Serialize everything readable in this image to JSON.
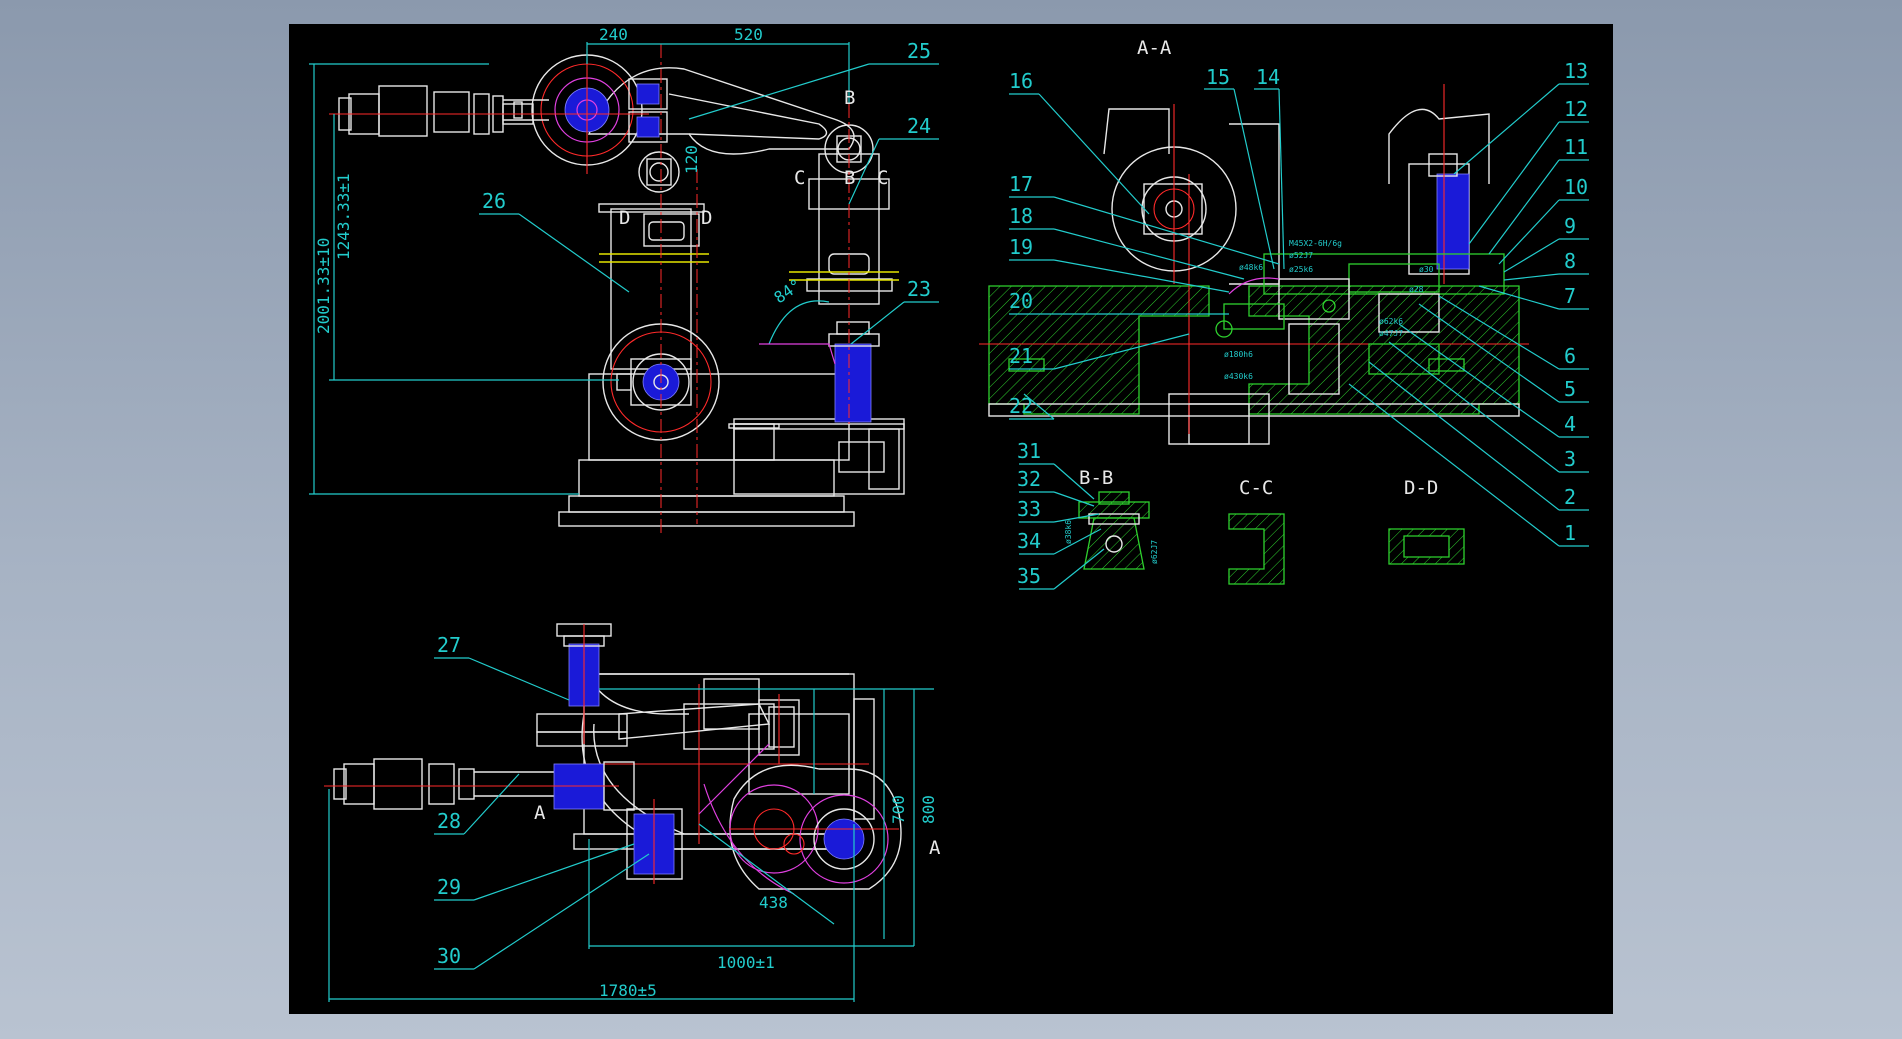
{
  "colors": {
    "background": "#8b99ad",
    "canvas": "#000000",
    "dimension": "#22cccc",
    "outline": "#e8e8e8",
    "centerline": "#ff2a2a",
    "section": "#2ed12e",
    "motor": "#1a1ad8",
    "highlight": "#e040e0"
  },
  "section_titles": {
    "aa": "A-A",
    "bb": "B-B",
    "cc": "C-C",
    "dd": "D-D"
  },
  "dimensions": {
    "top_240": "240",
    "top_520": "520",
    "height_1243": "1243.33±1",
    "height_2001": "2001.33±10",
    "arm_120": "120",
    "angle_84": "84°",
    "plan_700": "700",
    "plan_800": "800",
    "plan_438": "438",
    "plan_1000": "1000±1",
    "plan_1780": "1780±5"
  },
  "markers": {
    "b": "B",
    "c": "C",
    "d": "D",
    "a": "A"
  },
  "part_numbers": [
    "1",
    "2",
    "3",
    "4",
    "5",
    "6",
    "7",
    "8",
    "9",
    "10",
    "11",
    "12",
    "13",
    "14",
    "15",
    "16",
    "17",
    "18",
    "19",
    "20",
    "21",
    "22",
    "23",
    "24",
    "25",
    "26",
    "27",
    "28",
    "29",
    "30",
    "31",
    "32",
    "33",
    "34",
    "35"
  ],
  "annotations": {
    "m45": "M45X2-6H/6g",
    "d52": "ø52J7",
    "d25": "ø25k6",
    "d48": "ø48k6",
    "d180": "ø180h6",
    "d430": "ø430k6",
    "d30": "ø30",
    "d28": "ø28",
    "d62": "ø62k6",
    "d47": "ø47J7",
    "bb_d38": "ø38k6",
    "bb_d62": "ø62J7"
  }
}
